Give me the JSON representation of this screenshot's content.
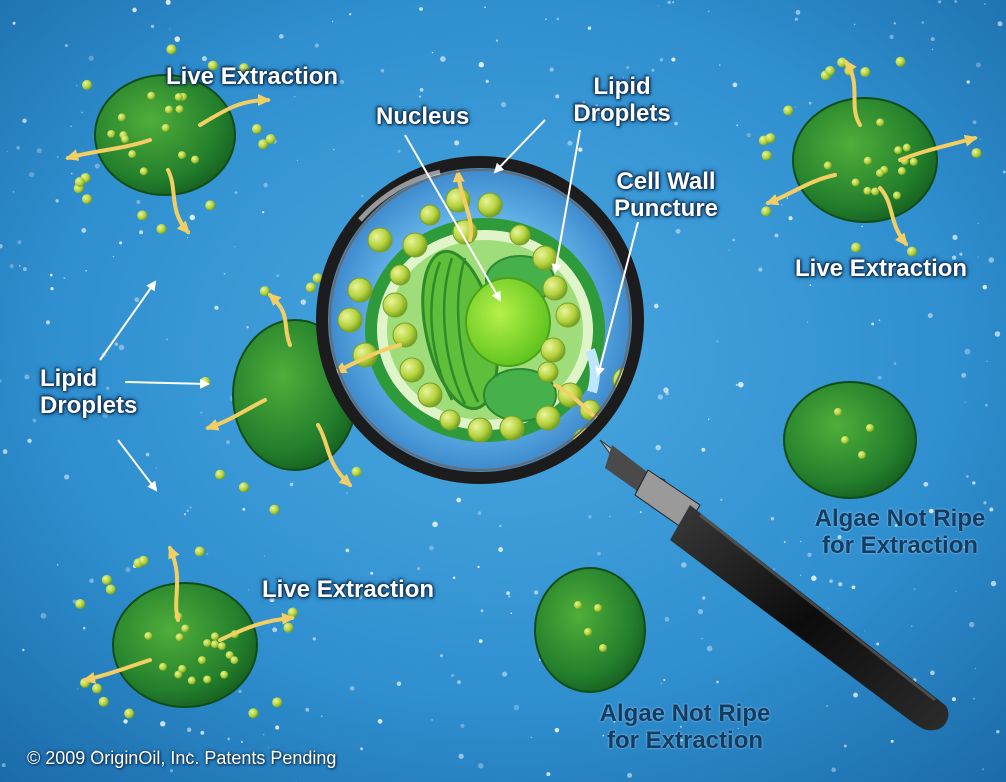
{
  "colors": {
    "background": "#2f8fcf",
    "cell_dark": "#1f7a2e",
    "cell_light": "#5fbf3a",
    "droplet": "#b9d64a",
    "extraction_arrow": "#f1c95a",
    "label": "#ffffff",
    "label_dark": "#123c62",
    "lens_rim": "#1c1c1c",
    "nucleus": "#8ee032"
  },
  "labels": {
    "live_extraction_top_left": "Live Extraction",
    "live_extraction_right": "Live Extraction",
    "live_extraction_bottom": "Live Extraction",
    "nucleus": "Nucleus",
    "lipid_droplets_top": [
      "Lipid",
      "Droplets"
    ],
    "cell_wall_puncture": [
      "Cell Wall",
      "Puncture"
    ],
    "lipid_droplets_left": [
      "Lipid",
      "Droplets"
    ],
    "algae_not_ripe_right": [
      "Algae Not Ripe",
      "for Extraction"
    ],
    "algae_not_ripe_bottom": [
      "Algae Not Ripe",
      "for Extraction"
    ]
  },
  "footer": {
    "copyright": "© 2009 OriginOil, Inc. Patents Pending"
  },
  "icons": {
    "magnifier": "magnifying-glass-icon",
    "cell": "algae-cell-icon",
    "arrow": "extraction-arrow-icon"
  }
}
